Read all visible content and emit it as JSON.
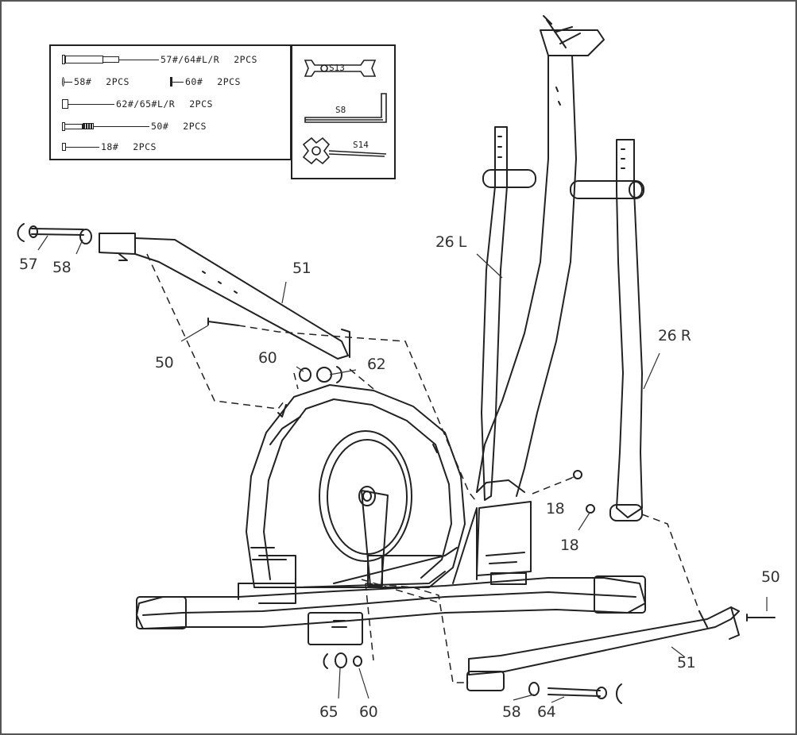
{
  "hardware_legend": {
    "items": [
      {
        "label": "57#/64#L/R",
        "qty": "2PCS"
      },
      {
        "label": "58#",
        "qty": "2PCS"
      },
      {
        "label": "60#",
        "qty": "2PCS"
      },
      {
        "label": "62#/65#L/R",
        "qty": "2PCS"
      },
      {
        "label": "50#",
        "qty": "2PCS"
      },
      {
        "label": "18#",
        "qty": "2PCS"
      }
    ]
  },
  "tools": {
    "wrench_s13": "S13",
    "hex_key_s8": "S8",
    "wrench_s14": "S14"
  },
  "callouts": {
    "c57": "57",
    "c58_top": "58",
    "c51_top": "51",
    "c50_top": "50",
    "c60_top": "60",
    "c62": "62",
    "c26l": "26 L",
    "c26r": "26 R",
    "c18_a": "18",
    "c18_b": "18",
    "c50_right": "50",
    "c51_right": "51",
    "c65": "65",
    "c60_bottom": "60",
    "c58_bottom": "58",
    "c64": "64"
  },
  "colors": {
    "line": "#222222",
    "frame": "#555555",
    "background": "#ffffff"
  }
}
